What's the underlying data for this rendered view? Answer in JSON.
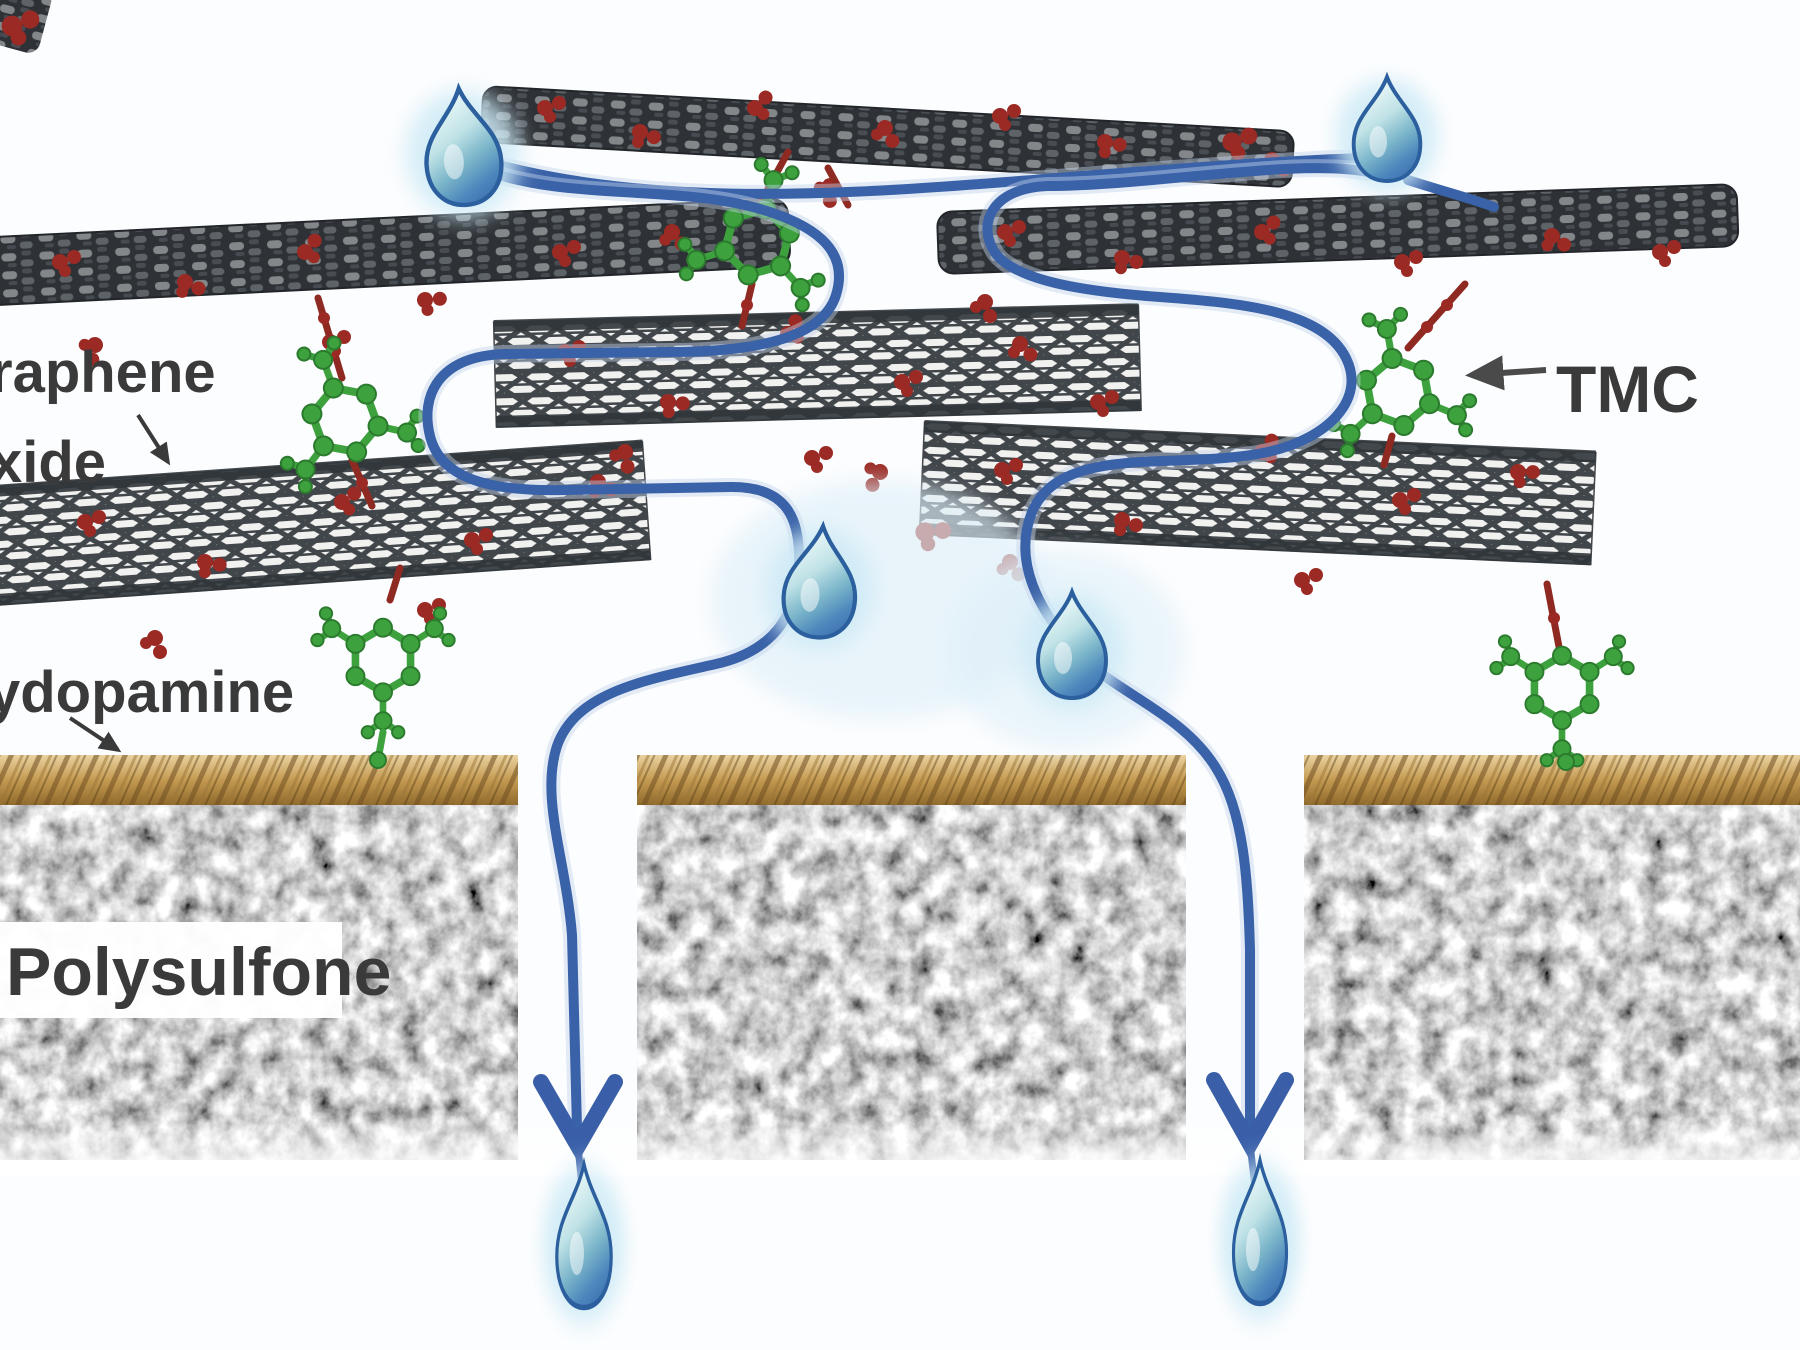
{
  "labels": {
    "graphene_oxide_line1": "raphene",
    "graphene_oxide_line2": "xide",
    "polydopamine": "ydopamine",
    "polysulfone": "Polysulfone",
    "tmc": "TMC"
  },
  "colors": {
    "flow_line": "#3a62a8",
    "water_drop_dark": "#3a6db0",
    "water_drop_light": "#f2fbfb",
    "droplet_glow": "#cdeaf6",
    "graphene_sheet_dark": "#2e3236",
    "lattice_line": "#41464b",
    "oxygen_group_red": "#9b2a24",
    "tmc_molecule_green": "#3da23d",
    "polydopamine_tan": "#c49a52",
    "polysulfone_gray": "#8f9194",
    "label_text": "#3a3a3a",
    "annotation_arrow": "#4a4a4a",
    "background": "#fcfdfe"
  }
}
